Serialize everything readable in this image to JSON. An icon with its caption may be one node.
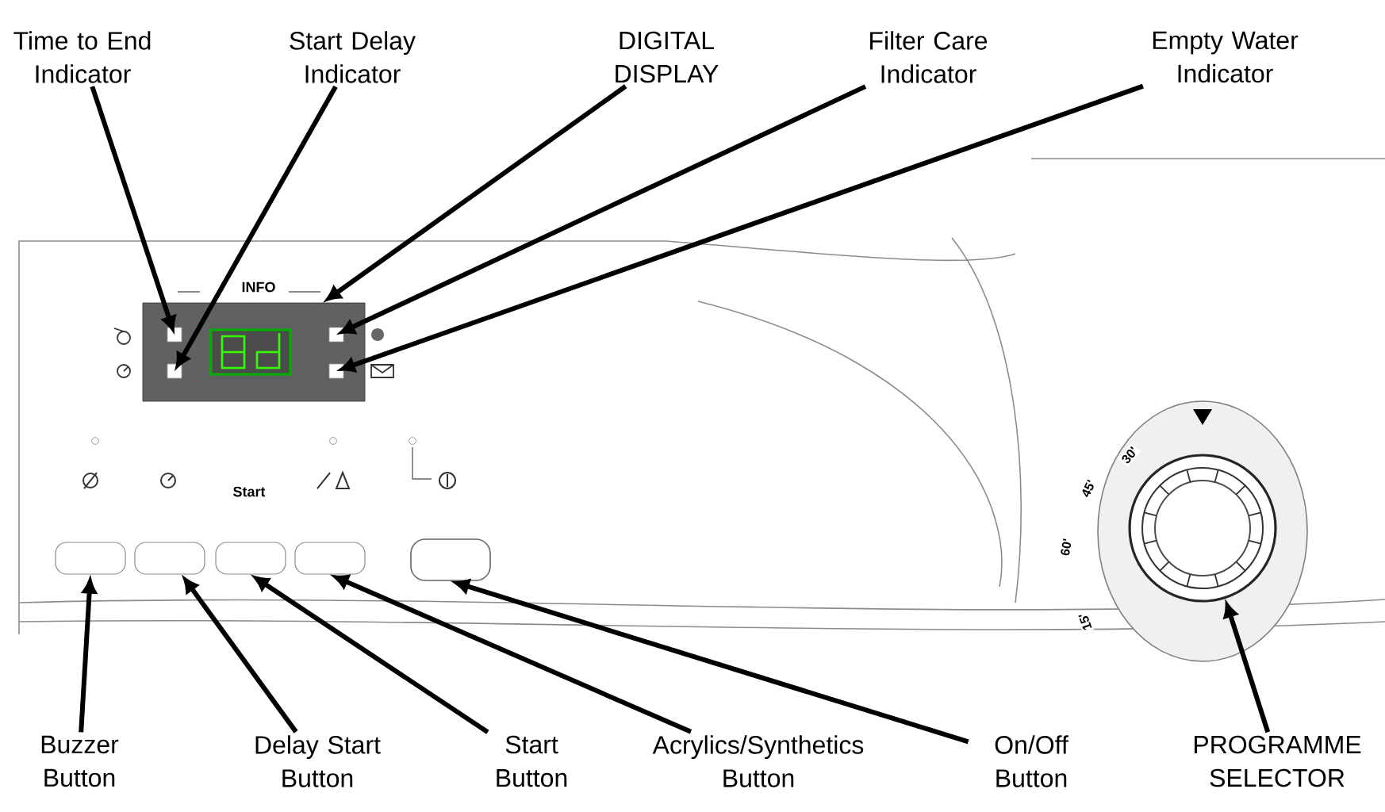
{
  "diagram": {
    "nodes": [
      {
        "text": [
          "Time to End Indicator"
        ]
      },
      {
        "text": [
          "Start Delay Indicator"
        ]
      },
      {
        "text": [
          "DIGITAL DISPLAY"
        ]
      },
      {
        "text": [
          "Filter Care Indicator"
        ]
      },
      {
        "text": [
          "Empty Water Indicator"
        ]
      },
      {
        "text": [
          "Buzzer Button"
        ]
      },
      {
        "text": [
          "Delay Start Button"
        ]
      },
      {
        "text": [
          "Start Button"
        ]
      },
      {
        "text": [
          "Acrylics/Synthetics Button"
        ]
      },
      {
        "text": [
          "On/Off Button"
        ]
      },
      {
        "text": [
          "PROGRAMME SELECTOR"
        ]
      },
      {
        "text": [],
        "shape": "box"
      },
      {
        "text": [],
        "shape": "box",
        "in": 11
      },
      {
        "text": [],
        "shape": "box",
        "in": 11
      },
      {
        "text": [],
        "shape": "box",
        "in": 11
      },
      {
        "text": [],
        "shape": "box",
        "in": 11
      },
      {
        "text": [],
        "shape": "box"
      },
      {
        "text": [],
        "shape": "box"
      },
      {
        "text": [],
        "shape": "box"
      },
      {
        "text": [],
        "shape": "box"
      },
      {
        "text": [],
        "shape": "box"
      },
      {
        "text": [],
        "shape": "circle"
      }
    ],
    "edges": [
      {
        "from": 0,
        "to": 12,
        "arrow": "to"
      },
      {
        "from": 1,
        "to": 13,
        "arrow": "to"
      },
      {
        "from": 2,
        "to": 11,
        "arrow": "to"
      },
      {
        "from": 3,
        "to": 14,
        "arrow": "to"
      },
      {
        "from": 4,
        "to": 15,
        "arrow": "to"
      },
      {
        "from": 5,
        "to": 16,
        "arrow": "to"
      },
      {
        "from": 6,
        "to": 17,
        "arrow": "to"
      },
      {
        "from": 7,
        "to": 18,
        "arrow": "to"
      },
      {
        "from": 8,
        "to": 19,
        "arrow": "to"
      },
      {
        "from": 9,
        "to": 20,
        "arrow": "to"
      },
      {
        "from": 10,
        "to": 21,
        "arrow": "to"
      }
    ],
    "labels": [
      "INFO",
      "Start",
      "30'",
      "45'",
      "60'",
      "15'"
    ]
  }
}
